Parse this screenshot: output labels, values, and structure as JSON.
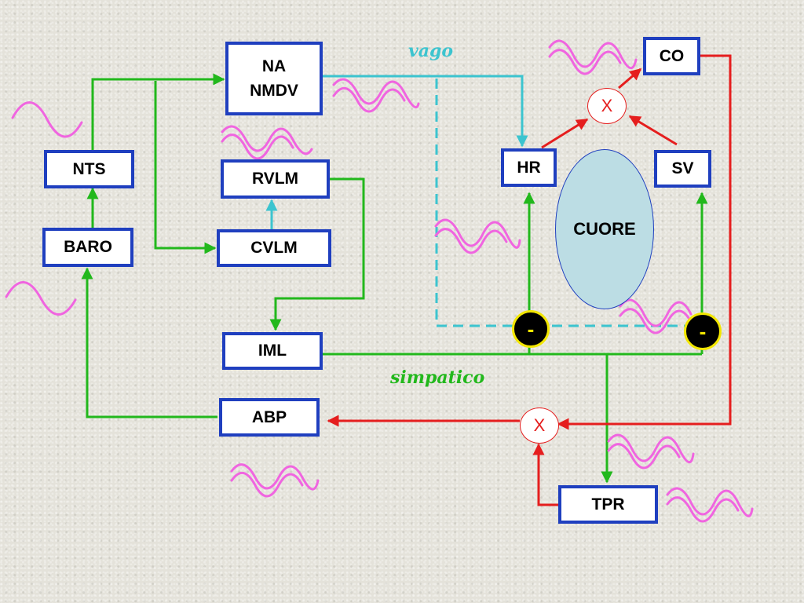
{
  "colors": {
    "box_border": "#1f3fbf",
    "green_pathway": "#22b81c",
    "red_pathway": "#e51e1e",
    "vagal_pathway": "#3cc4cf",
    "squiggle": "#f065e0",
    "heart_fill": "#bcdde4"
  },
  "nodes": {
    "na_nmdv_line1": "NA",
    "na_nmdv_line2": "NMDV",
    "nts": "NTS",
    "baro": "BARO",
    "rvlm": "RVLM",
    "cvlm": "CVLM",
    "iml": "IML",
    "abp": "ABP",
    "hr": "HR",
    "sv": "SV",
    "co": "CO",
    "tpr": "TPR",
    "heart": "CUORE"
  },
  "operators": {
    "multiply_top": "X",
    "multiply_bottom": "X"
  },
  "receptors": {
    "hr_sign": "-",
    "sv_sign": "-"
  },
  "labels": {
    "vagus": "vago",
    "sympathetic": "simpatico"
  }
}
